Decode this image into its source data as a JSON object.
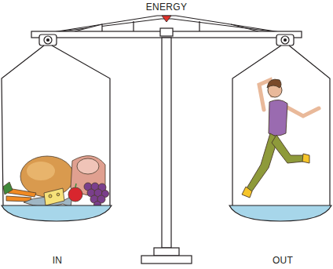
{
  "diagram": {
    "title": "ENERGY",
    "labels": [
      "IN",
      "OUT"
    ]
  }
}
